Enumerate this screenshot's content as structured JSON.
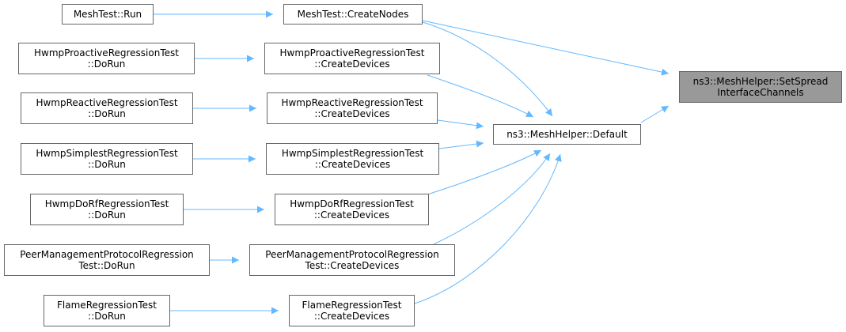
{
  "colors": {
    "edge": "#63b8ff",
    "node_border": "#666666",
    "focus_fill": "#999999"
  },
  "nodes": {
    "target": {
      "l1": "ns3::MeshHelper::SetSpread",
      "l2": "InterfaceChannels"
    },
    "default": {
      "l1": "ns3::MeshHelper::Default"
    },
    "createnodes": {
      "l1": "MeshTest::CreateNodes"
    },
    "run": {
      "l1": "MeshTest::Run"
    },
    "proactive_cd": {
      "l1": "HwmpProactiveRegressionTest",
      "l2": "::CreateDevices"
    },
    "proactive_run": {
      "l1": "HwmpProactiveRegressionTest",
      "l2": "::DoRun"
    },
    "reactive_cd": {
      "l1": "HwmpReactiveRegressionTest",
      "l2": "::CreateDevices"
    },
    "reactive_run": {
      "l1": "HwmpReactiveRegressionTest",
      "l2": "::DoRun"
    },
    "simplest_cd": {
      "l1": "HwmpSimplestRegressionTest",
      "l2": "::CreateDevices"
    },
    "simplest_run": {
      "l1": "HwmpSimplestRegressionTest",
      "l2": "::DoRun"
    },
    "dorf_cd": {
      "l1": "HwmpDoRfRegressionTest",
      "l2": "::CreateDevices"
    },
    "dorf_run": {
      "l1": "HwmpDoRfRegressionTest",
      "l2": "::DoRun"
    },
    "peer_cd": {
      "l1": "PeerManagementProtocolRegression",
      "l2": "Test::CreateDevices"
    },
    "peer_run": {
      "l1": "PeerManagementProtocolRegression",
      "l2": "Test::DoRun"
    },
    "flame_cd": {
      "l1": "FlameRegressionTest",
      "l2": "::CreateDevices"
    },
    "flame_run": {
      "l1": "FlameRegressionTest",
      "l2": "::DoRun"
    }
  },
  "edges": [
    [
      "createnodes",
      "target"
    ],
    [
      "default",
      "target"
    ],
    [
      "run",
      "createnodes"
    ],
    [
      "createnodes",
      "default"
    ],
    [
      "proactive_cd",
      "default"
    ],
    [
      "reactive_cd",
      "default"
    ],
    [
      "simplest_cd",
      "default"
    ],
    [
      "dorf_cd",
      "default"
    ],
    [
      "peer_cd",
      "default"
    ],
    [
      "flame_cd",
      "default"
    ],
    [
      "proactive_run",
      "proactive_cd"
    ],
    [
      "reactive_run",
      "reactive_cd"
    ],
    [
      "simplest_run",
      "simplest_cd"
    ],
    [
      "dorf_run",
      "dorf_cd"
    ],
    [
      "peer_run",
      "peer_cd"
    ],
    [
      "flame_run",
      "flame_cd"
    ]
  ]
}
